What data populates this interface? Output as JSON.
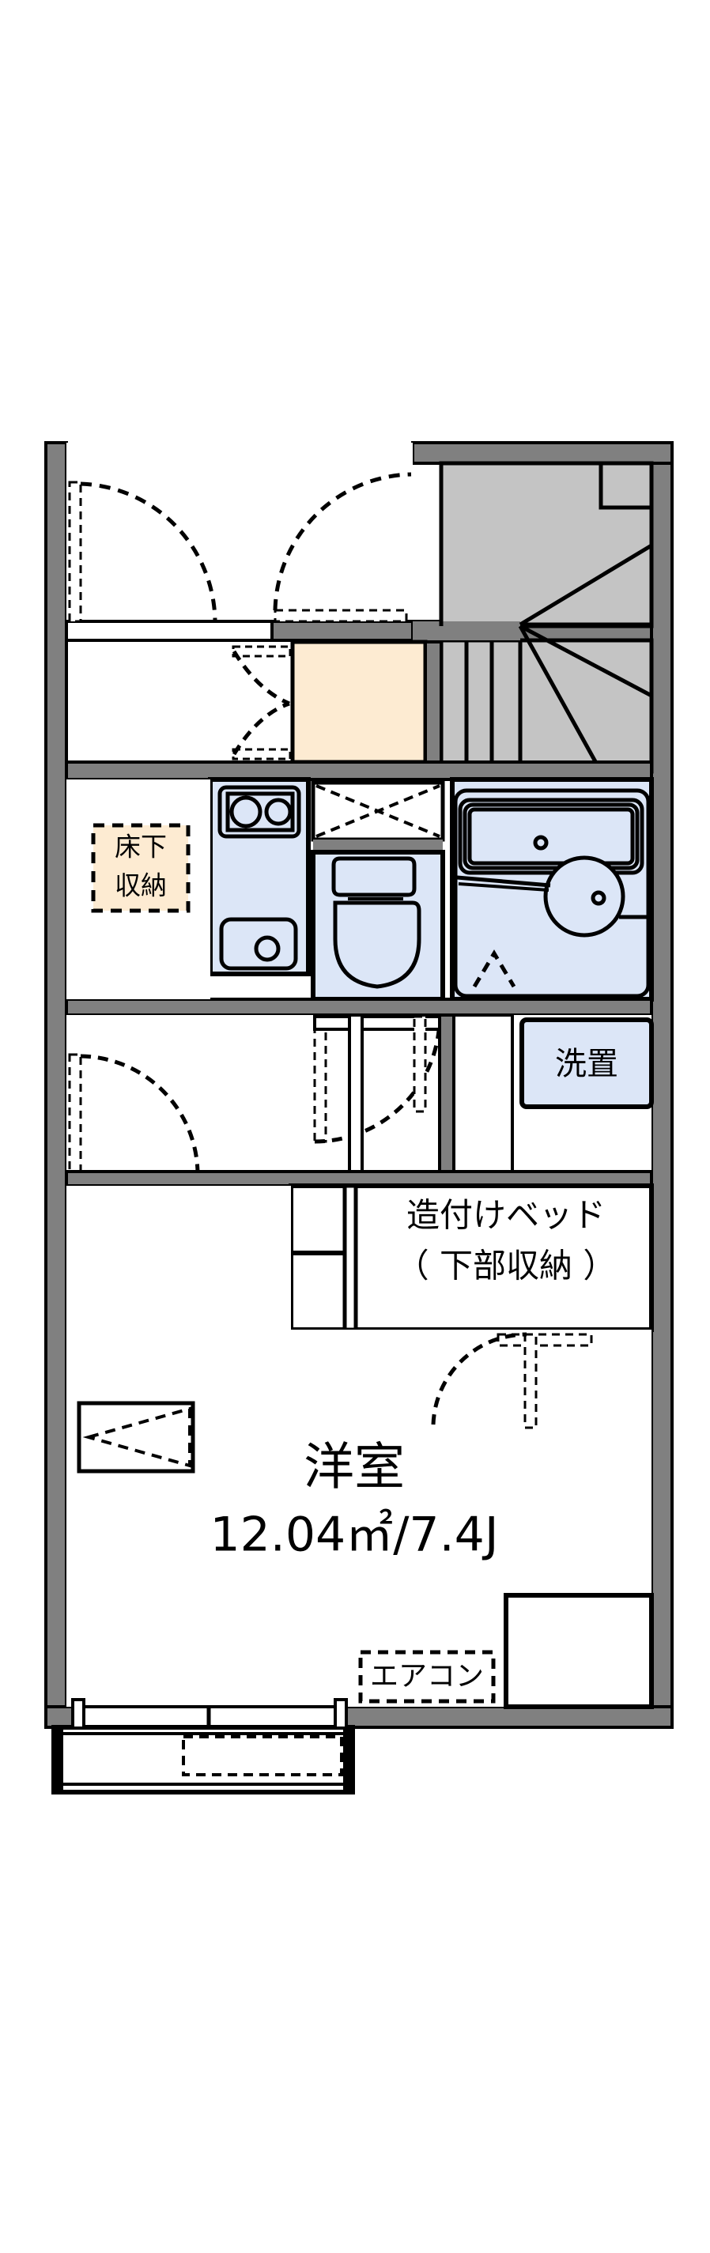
{
  "document": {
    "kind": "floor-plan",
    "language": "ja",
    "title": "間取り図",
    "background_color": "#ffffff"
  },
  "palette": {
    "wall_fill": "#808080",
    "wall_stroke": "#000000",
    "line": "#000000",
    "fixture_fill": "#dce6f7",
    "genkan_fill": "#fdebd2",
    "stair_fill": "#c4c4c4",
    "white": "#ffffff"
  },
  "rooms": {
    "main": {
      "name_label": "洋室",
      "area_label": "12.04㎡/7.4J",
      "area_value": 12.04,
      "area_unit": "㎡",
      "tatami_label": "7.4J",
      "tatami_value": 7.4
    }
  },
  "labels": {
    "under_floor_storage": "床下\n収納",
    "under_floor_storage_line1": "床下",
    "under_floor_storage_line2": "収納",
    "washer_space": "洗置",
    "built_in_bed_line1": "造付けベッド",
    "built_in_bed_line2": "（ 下部収納 ）",
    "air_conditioner": "エアコン"
  },
  "fixtures": [
    {
      "id": "kitchen-stove",
      "name": "2-burner-stove",
      "burners": 2
    },
    {
      "id": "kitchen-sink",
      "name": "kitchen-sink",
      "drains": 1
    },
    {
      "id": "toilet",
      "name": "western-toilet"
    },
    {
      "id": "toilet-shelf",
      "name": "overhead-shelf"
    },
    {
      "id": "bathtub",
      "name": "bathtub"
    },
    {
      "id": "bath-washbasin",
      "name": "round-washbasin"
    },
    {
      "id": "washer-space",
      "name": "washing-machine-space"
    },
    {
      "id": "stairs",
      "name": "winder-staircase"
    },
    {
      "id": "genkan",
      "name": "entrance-土間"
    },
    {
      "id": "balcony",
      "name": "balcony"
    }
  ],
  "doors": [
    {
      "id": "entry-door",
      "type": "swing",
      "name": "entrance-door"
    },
    {
      "id": "corridor-door",
      "type": "swing",
      "name": "corridor-door"
    },
    {
      "id": "genkan-folding-door",
      "type": "folding",
      "name": "genkan-folding-door"
    },
    {
      "id": "room-door",
      "type": "swing",
      "name": "room-entry-door"
    },
    {
      "id": "toilet-door",
      "type": "swing",
      "name": "toilet-door"
    },
    {
      "id": "bath-door",
      "type": "folding",
      "name": "bath-door"
    },
    {
      "id": "closet-door",
      "type": "swing",
      "name": "closet-door"
    },
    {
      "id": "closet-sliding",
      "type": "sliding",
      "name": "closet-sliding-door"
    },
    {
      "id": "balcony-window",
      "type": "sliding-window",
      "name": "balcony-sliding-window"
    }
  ]
}
